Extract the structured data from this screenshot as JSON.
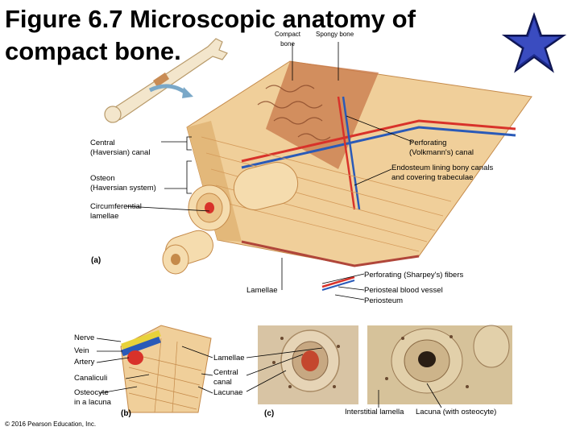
{
  "title": "Figure 6.7 Microscopic anatomy of compact bone.",
  "labels": {
    "compact_bone": "Compact\nbone",
    "spongy_bone": "Spongy bone",
    "central_canal": "Central\n(Haversian) canal",
    "perforating_canal": "Perforating\n(Volkmann's) canal",
    "endosteum": "Endosteum lining bony canals\nand covering trabeculae",
    "osteon": "Osteon\n(Haversian system)",
    "circumferential": "Circumferential\nlamellae",
    "panel_a": "(a)",
    "sharpeys": "Perforating (Sharpey's) fibers",
    "lamellae_a": "Lamellae",
    "periosteal_vessel": "Periosteal blood vessel",
    "periosteum": "Periosteum",
    "nerve": "Nerve",
    "vein": "Vein",
    "artery": "Artery",
    "canaliculi": "Canaliculi",
    "osteocyte": "Osteocyte\nin a lacuna",
    "panel_b": "(b)",
    "lamellae_b": "Lamellae",
    "central_canal_b": "Central\ncanal",
    "lacunae": "Lacunae",
    "panel_c": "(c)",
    "interstitial": "Interstitial lamella",
    "lacuna_osteocyte": "Lacuna (with osteocyte)",
    "copyright": "© 2016 Pearson Education, Inc."
  },
  "colors": {
    "star_fill": "#2a3a9c",
    "bone_light": "#f0cf9a",
    "bone_mid": "#d89c5a",
    "spongy": "#c8784a",
    "vessel_red": "#d8322a",
    "vessel_blue": "#2a5ab8",
    "nerve_yellow": "#e8d23a"
  },
  "star_icon": "star-icon"
}
